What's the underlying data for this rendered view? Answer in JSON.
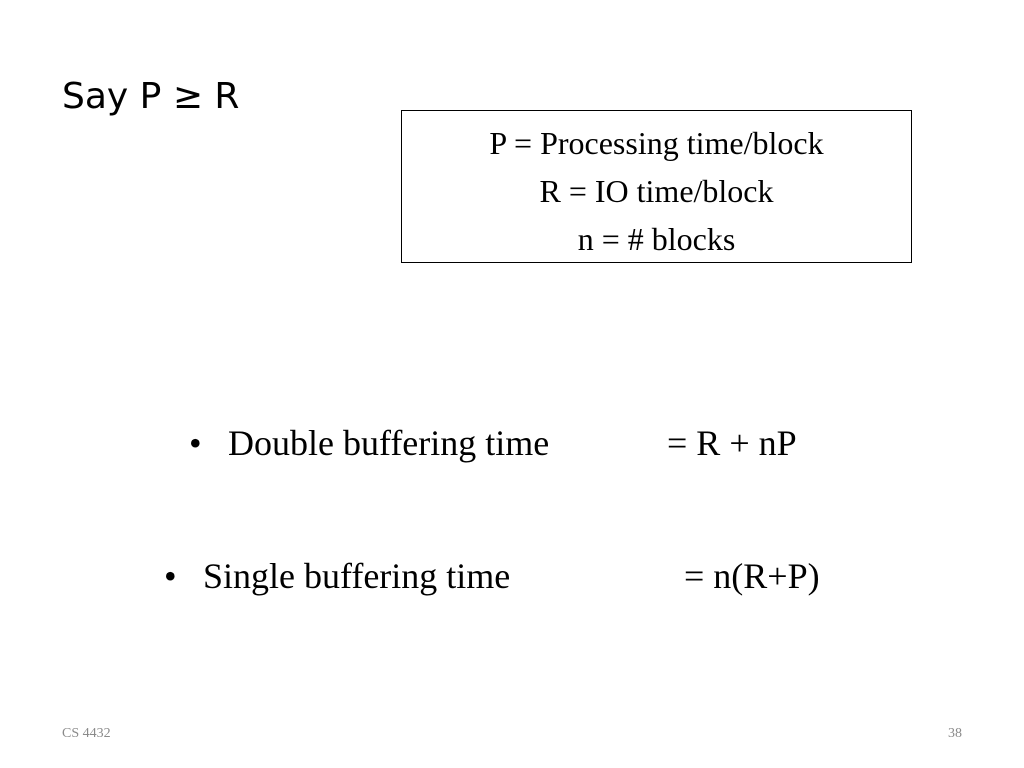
{
  "slide": {
    "title": "Say P ≥ R",
    "definitions": [
      "P = Processing time/block",
      "R = IO time/block",
      "n = # blocks"
    ],
    "bullets": [
      {
        "marker": "•",
        "label": "Double buffering time",
        "expression": "= R + nP"
      },
      {
        "marker": "•",
        "label": "Single buffering time",
        "expression": "= n(R+P)"
      }
    ],
    "footer": {
      "course": "CS 4432",
      "page_number": "38"
    }
  }
}
